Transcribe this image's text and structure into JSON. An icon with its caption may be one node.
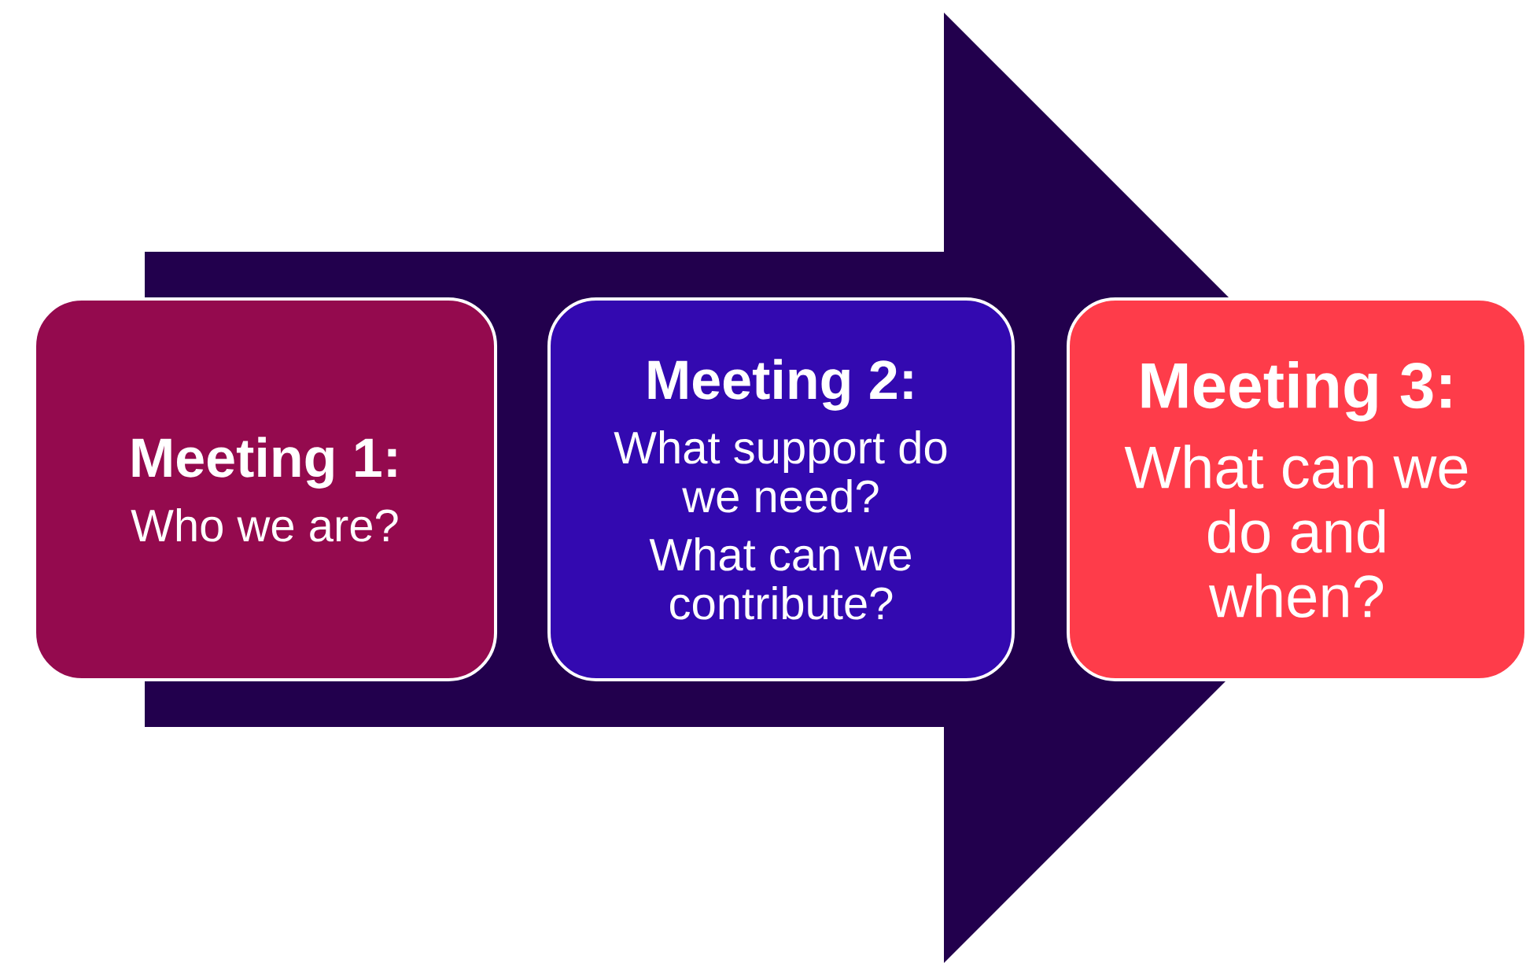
{
  "diagram": {
    "nodes": [
      {
        "text": [
          "Meeting 1:",
          "Who we are?"
        ]
      },
      {
        "text": [
          "Meeting 2:",
          "What support do we need?",
          "What can we contribute?"
        ]
      },
      {
        "text": [
          "Meeting 3:",
          "What can we do and when?"
        ]
      }
    ],
    "edges": [
      {
        "from": 0,
        "to": 2,
        "arrow": "to"
      }
    ]
  }
}
